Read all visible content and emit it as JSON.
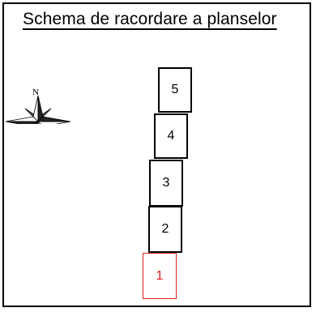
{
  "title": "Schema de racordare a planselor",
  "compass": {
    "north_label": "N"
  },
  "sheets": [
    {
      "label": "5",
      "highlighted": false
    },
    {
      "label": "4",
      "highlighted": false
    },
    {
      "label": "3",
      "highlighted": false
    },
    {
      "label": "2",
      "highlighted": false
    },
    {
      "label": "1",
      "highlighted": true
    }
  ],
  "colors": {
    "highlight": "#e02020",
    "outline": "#000000"
  }
}
